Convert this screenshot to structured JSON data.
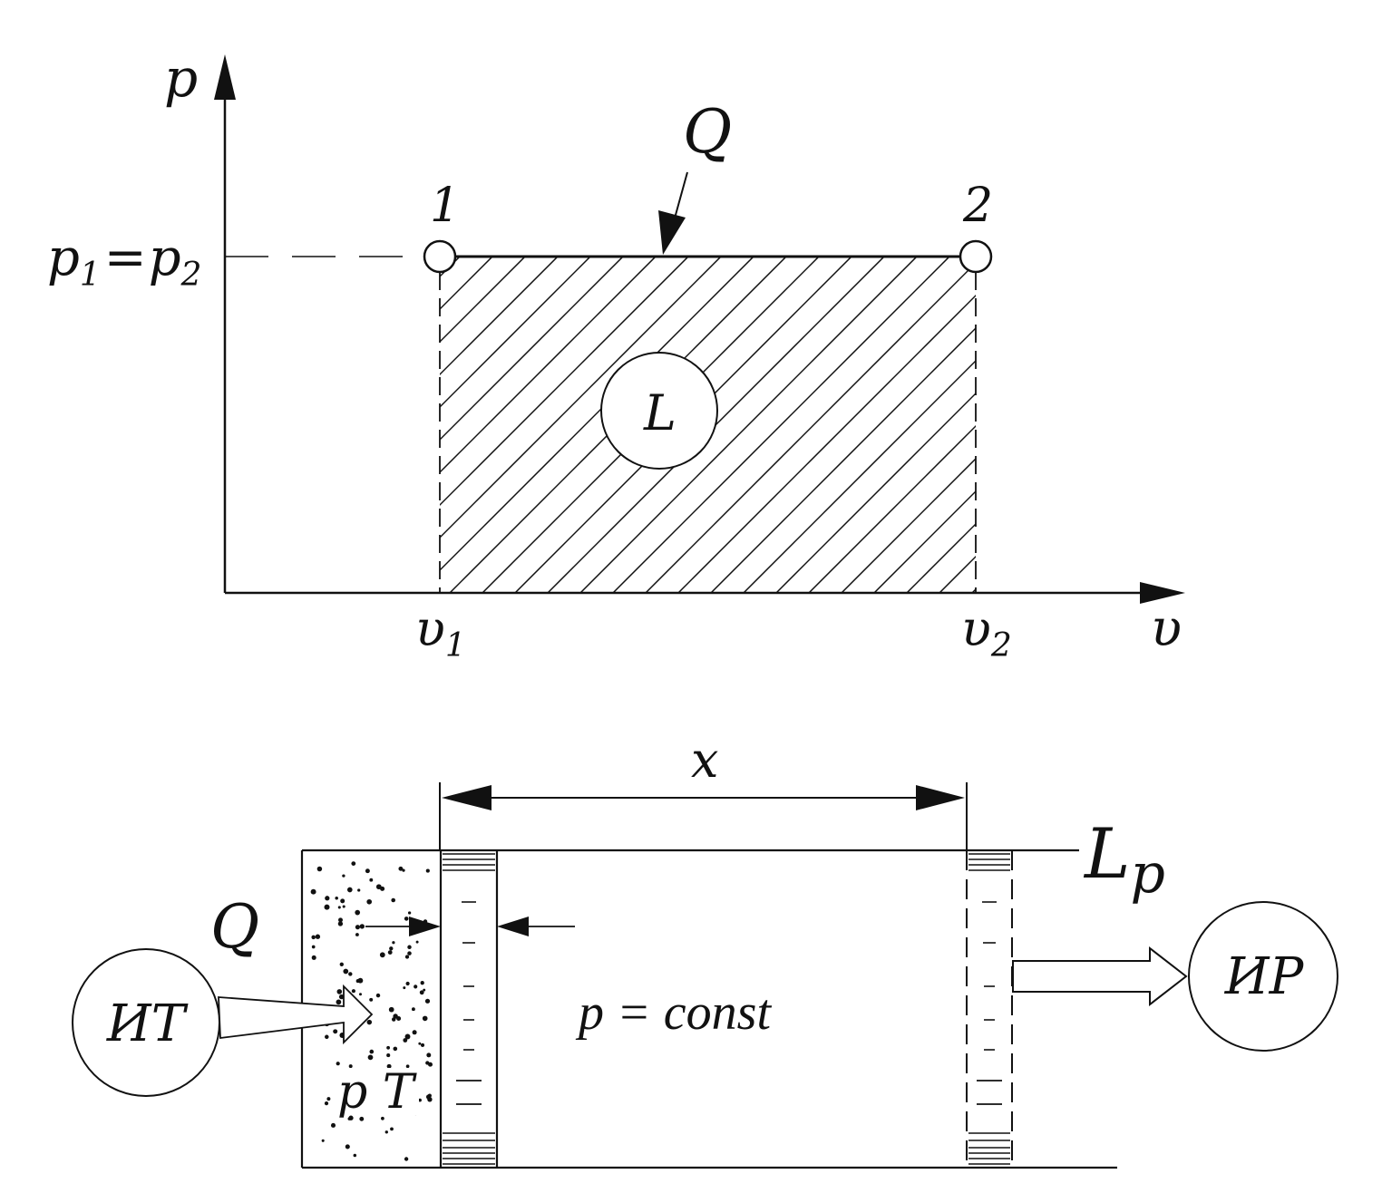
{
  "colors": {
    "ink": "#111111",
    "paper": "#ffffff"
  },
  "pv_diagram": {
    "y_axis_label": "p",
    "x_axis_label": "υ",
    "heat_label": "Q",
    "state_1": "1",
    "state_2": "2",
    "pressure": {
      "p": "p",
      "s1": "1",
      "eq": "=",
      "s2": "2"
    },
    "v1": {
      "sym": "υ",
      "sub": "1"
    },
    "v2": {
      "sym": "υ",
      "sub": "2"
    },
    "work_label": "L"
  },
  "cylinder": {
    "displacement_label": "x",
    "work_label": {
      "main": "L",
      "sub": "p"
    },
    "heat_label": "Q",
    "heat_source": "ИТ",
    "work_receiver": "ИР",
    "gas_state": "p T",
    "process_label": "p = const"
  }
}
